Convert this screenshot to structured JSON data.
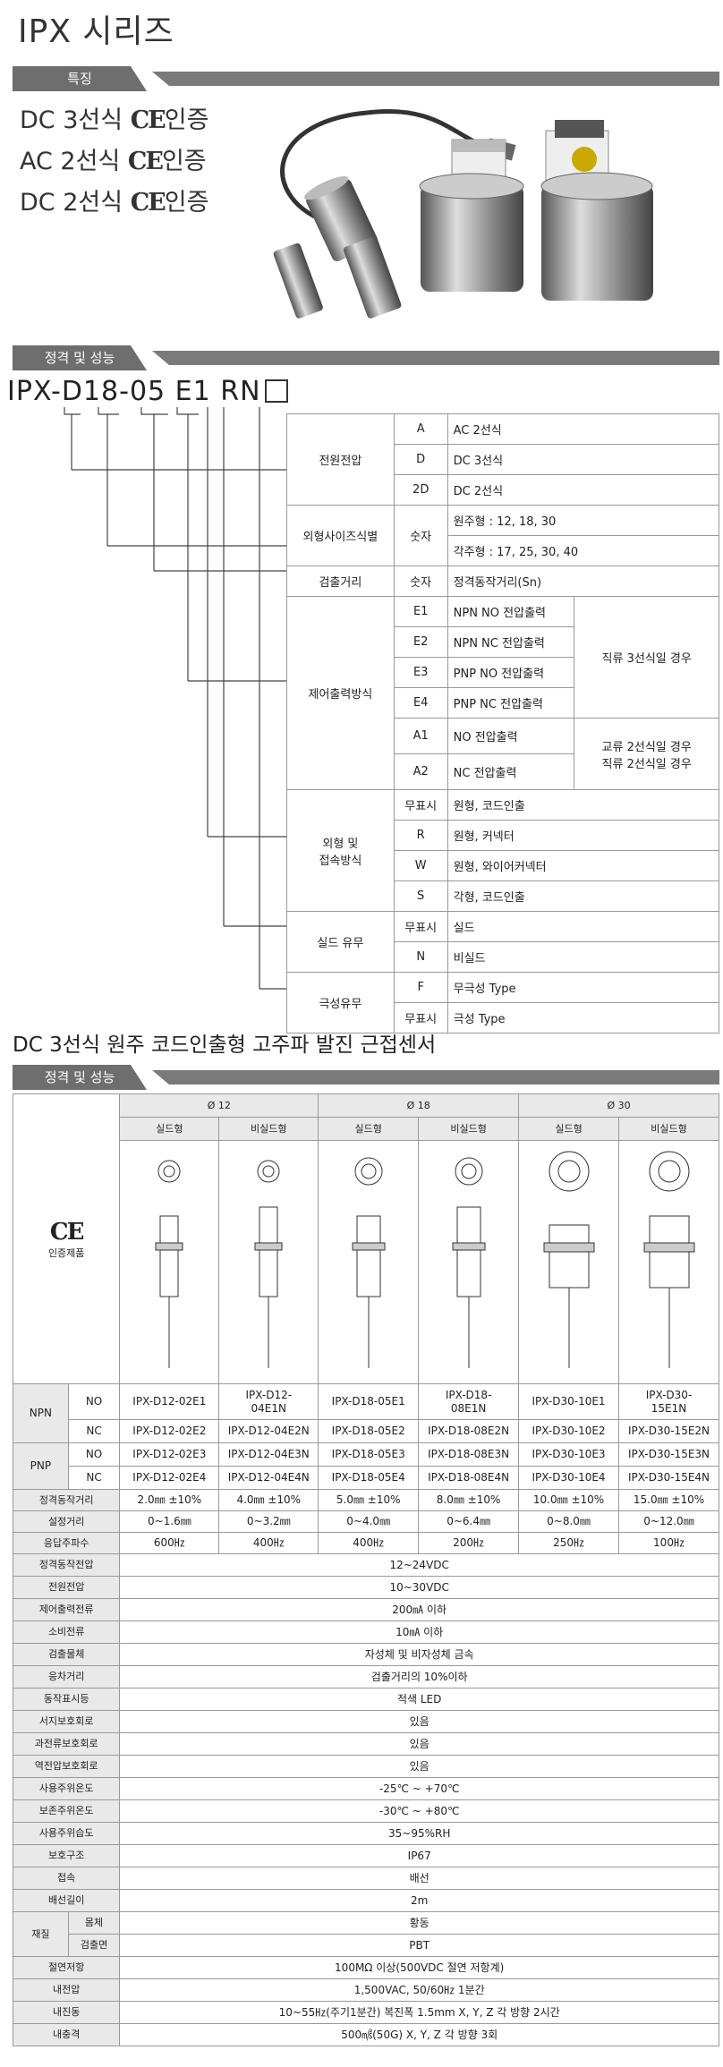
{
  "title": "IPX 시리즈",
  "section1": "특징",
  "features": [
    "DC 3선식",
    "AC 2선식",
    "DC 2선식"
  ],
  "ce_mark": "CE",
  "cert_suffix": "인증",
  "section2": "정격 및 성능",
  "model_code": {
    "prefix": "IPX-D",
    "p1": "18",
    "dash": "-",
    "p2": "05",
    "p3": "E1",
    "p4": "RN"
  },
  "codes": [
    {
      "group": "전원전압",
      "code": "A",
      "desc": "AC 2선식",
      "note": ""
    },
    {
      "group": "",
      "code": "D",
      "desc": "DC 3선식",
      "note": ""
    },
    {
      "group": "",
      "code": "2D",
      "desc": "DC 2선식",
      "note": ""
    },
    {
      "group": "외형사이즈식별",
      "code": "숫자",
      "desc": "원주형 : 12, 18, 30",
      "note": ""
    },
    {
      "group": "",
      "code": "",
      "desc": "각주형 : 17, 25, 30, 40",
      "note": ""
    },
    {
      "group": "검출거리",
      "code": "숫자",
      "desc": "정격동작거리(Sn)",
      "note": ""
    },
    {
      "group": "제어출력방식",
      "code": "E1",
      "desc": "NPN NO 전압출력",
      "note": "직류 3선식일 경우"
    },
    {
      "group": "",
      "code": "E2",
      "desc": "NPN NC 전압출력",
      "note": ""
    },
    {
      "group": "",
      "code": "E3",
      "desc": "PNP NO 전압출력",
      "note": ""
    },
    {
      "group": "",
      "code": "E4",
      "desc": "PNP NC 전압출력",
      "note": ""
    },
    {
      "group": "",
      "code": "A1",
      "desc": "NO 전압출력",
      "note": "교류 2선식일 경우"
    },
    {
      "group": "",
      "code": "A2",
      "desc": "NC 전압출력",
      "note": "직류 2선식일 경우"
    },
    {
      "group": "외형 및 접속방식",
      "code": "무표시",
      "desc": "원형, 코드인출",
      "note": ""
    },
    {
      "group": "",
      "code": "R",
      "desc": "원형, 커넥터",
      "note": ""
    },
    {
      "group": "",
      "code": "W",
      "desc": "원형, 와이어커넥터",
      "note": ""
    },
    {
      "group": "",
      "code": "S",
      "desc": "각형, 코드인출",
      "note": ""
    },
    {
      "group": "실드 유무",
      "code": "무표시",
      "desc": "실드",
      "note": ""
    },
    {
      "group": "",
      "code": "N",
      "desc": "비실드",
      "note": ""
    },
    {
      "group": "극성유무",
      "code": "F",
      "desc": "무극성 Type",
      "note": ""
    },
    {
      "group": "",
      "code": "무표시",
      "desc": "극성 Type",
      "note": ""
    }
  ],
  "product_title": "DC 3선식 원주 코드인출형 고주파 발진 근접센서",
  "section3": "정격 및 성능",
  "spec": {
    "sizes": [
      "Ø 12",
      "Ø 18",
      "Ø 30"
    ],
    "types": [
      "실드형",
      "비실드형"
    ],
    "cert_label": "인증제품",
    "models": {
      "npn_no": [
        "IPX-D12-02E1",
        "IPX-D12-04E1N",
        "IPX-D18-05E1",
        "IPX-D18-08E1N",
        "IPX-D30-10E1",
        "IPX-D30-15E1N"
      ],
      "npn_nc": [
        "IPX-D12-02E2",
        "IPX-D12-04E2N",
        "IPX-D18-05E2",
        "IPX-D18-08E2N",
        "IPX-D30-10E2",
        "IPX-D30-15E2N"
      ],
      "pnp_no": [
        "IPX-D12-02E3",
        "IPX-D12-04E3N",
        "IPX-D18-05E3",
        "IPX-D18-08E3N",
        "IPX-D30-10E3",
        "IPX-D30-15E3N"
      ],
      "pnp_nc": [
        "IPX-D12-02E4",
        "IPX-D12-04E4N",
        "IPX-D18-05E4",
        "IPX-D18-08E4N",
        "IPX-D30-10E4",
        "IPX-D30-15E4N"
      ]
    },
    "npn": "NPN",
    "pnp": "PNP",
    "no": "NO",
    "nc": "NC",
    "rows6": [
      {
        "label": "정격동작거리",
        "vals": [
          "2.0㎜ ±10%",
          "4.0㎜ ±10%",
          "5.0㎜ ±10%",
          "8.0㎜ ±10%",
          "10.0㎜ ±10%",
          "15.0㎜ ±10%"
        ]
      },
      {
        "label": "설정거리",
        "vals": [
          "0~1.6㎜",
          "0~3.2㎜",
          "0~4.0㎜",
          "0~6.4㎜",
          "0~8.0㎜",
          "0~12.0㎜"
        ]
      },
      {
        "label": "응답주파수",
        "vals": [
          "600㎐",
          "400㎐",
          "400㎐",
          "200㎐",
          "250㎐",
          "100㎐"
        ]
      }
    ],
    "rows1": [
      {
        "label": "정격동작전압",
        "val": "12~24VDC"
      },
      {
        "label": "전원전압",
        "val": "10~30VDC"
      },
      {
        "label": "제어출력전류",
        "val": "200㎃ 이하"
      },
      {
        "label": "소비전류",
        "val": "10㎃ 이하"
      },
      {
        "label": "검출물체",
        "val": "자성체 및 비자성체 금속"
      },
      {
        "label": "응차거리",
        "val": "검출거리의 10%이하"
      },
      {
        "label": "동작표시등",
        "val": "적색 LED"
      },
      {
        "label": "서지보호회로",
        "val": "있음"
      },
      {
        "label": "과전류보호회로",
        "val": "있음"
      },
      {
        "label": "역전압보호회로",
        "val": "있음"
      },
      {
        "label": "사용주위온도",
        "val": "-25℃ ~ +70℃"
      },
      {
        "label": "보존주위온도",
        "val": "-30℃ ~ +80℃"
      },
      {
        "label": "사용주위습도",
        "val": "35~95%RH"
      },
      {
        "label": "보호구조",
        "val": "IP67"
      },
      {
        "label": "접속",
        "val": "배선"
      },
      {
        "label": "배선길이",
        "val": "2m"
      }
    ],
    "material_label": "재질",
    "case_label": "몸체",
    "face_label": "검출면",
    "case_val": "황동",
    "face_val": "PBT",
    "rows_tail": [
      {
        "label": "절연저항",
        "val": "100MΩ 이상(500VDC 절연 저항계)"
      },
      {
        "label": "내전압",
        "val": "1,500VAC, 50/60㎐ 1분간"
      },
      {
        "label": "내진동",
        "val": "10~55㎐(주기1분간) 복진폭 1.5mm X, Y, Z 각 방향 2시간"
      },
      {
        "label": "내충격",
        "val": "500㎨(50G) X, Y, Z 각 방향 3회"
      }
    ]
  },
  "colors": {
    "bar": "#6e6e6e",
    "header_bg": "#e9e9e9",
    "border": "#999999"
  }
}
